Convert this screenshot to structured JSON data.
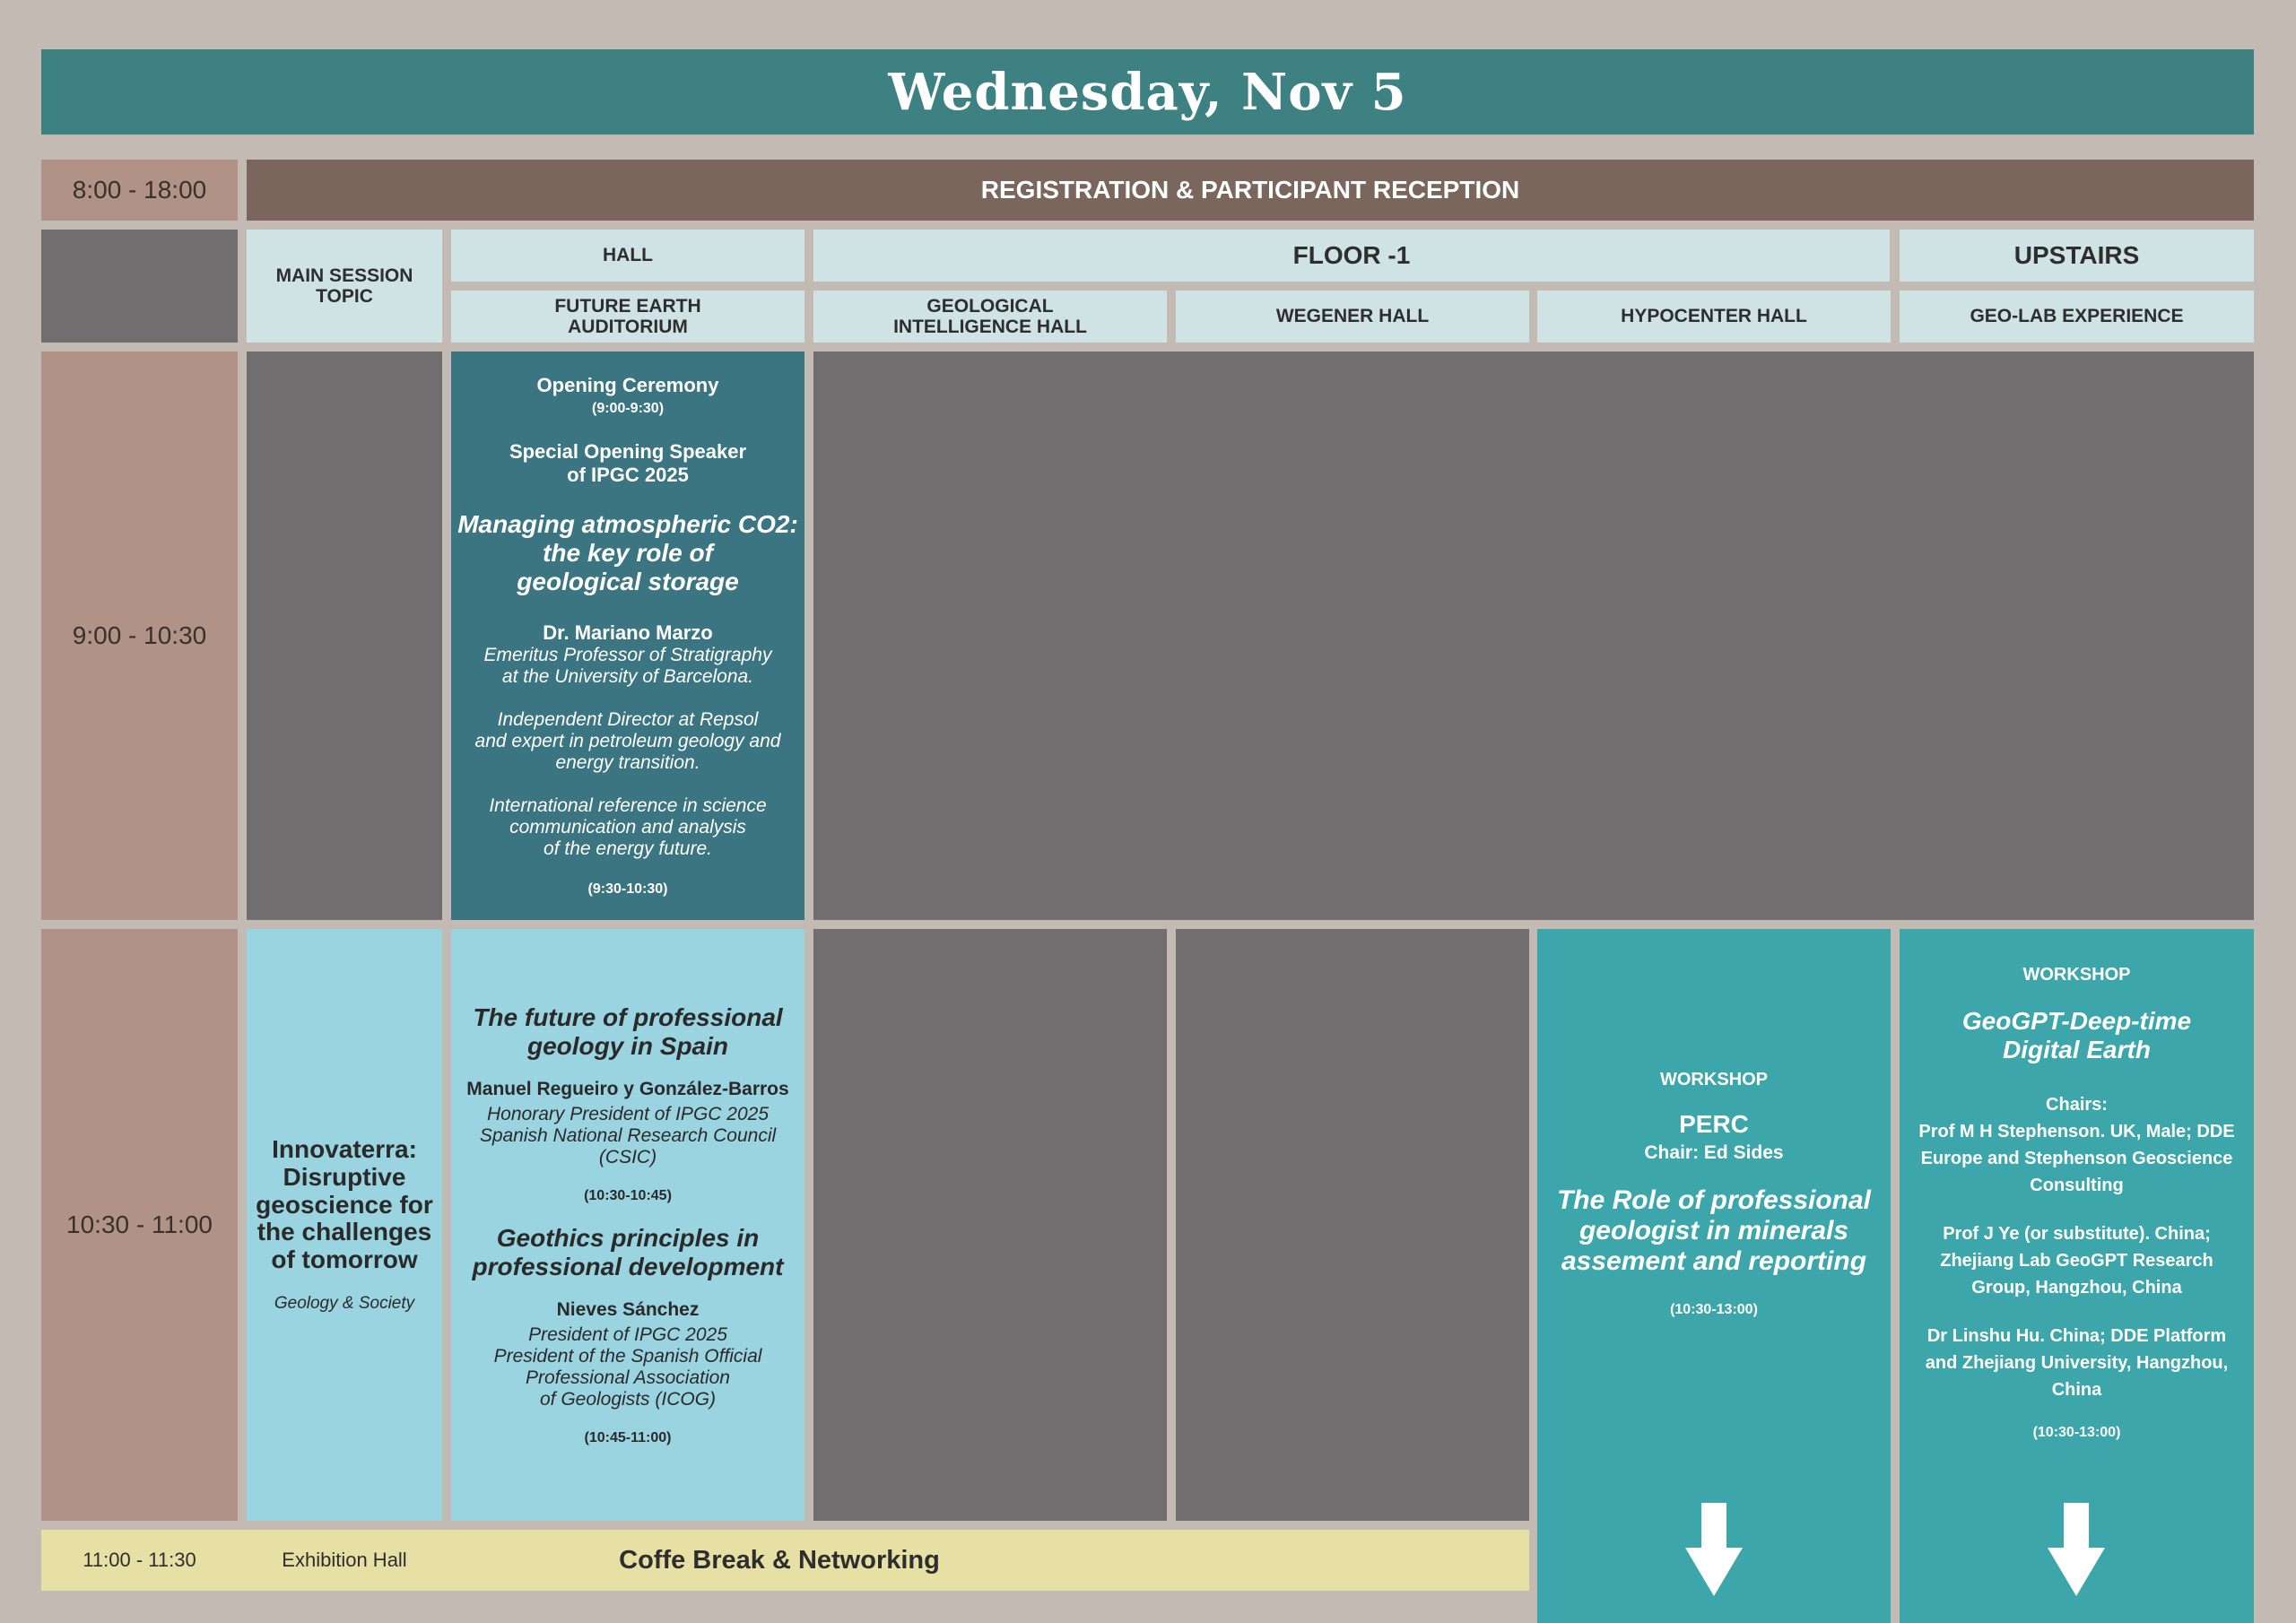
{
  "title": "Wednesday, Nov 5",
  "registration": {
    "time": "8:00 - 18:00",
    "label": "REGISTRATION & PARTICIPANT RECEPTION"
  },
  "headers": {
    "main_session": "MAIN SESSION TOPIC",
    "hall": "HALL",
    "floor": "FLOOR -1",
    "upstairs": "UPSTAIRS",
    "rooms": [
      "FUTURE EARTH AUDITORIUM",
      "GEOLOGICAL INTELLIGENCE HALL",
      "WEGENER HALL",
      "HYPOCENTER HALL",
      "GEO-LAB EXPERIENCE"
    ]
  },
  "slot1": {
    "time": "9:00 - 10:30",
    "opening": "Opening Ceremony",
    "opening_time": "(9:00-9:30)",
    "speaker_intro_1": "Special Opening Speaker",
    "speaker_intro_2": "of IPGC 2025",
    "talk_title_1": "Managing atmospheric CO2:",
    "talk_title_2": "the key role of",
    "talk_title_3": "geological storage",
    "speaker": "Dr. Mariano Marzo",
    "bio_1": "Emeritus Professor of Stratigraphy",
    "bio_2": "at the University of Barcelona.",
    "bio_3": "Independent Director at Repsol",
    "bio_4": "and expert in petroleum geology and",
    "bio_5": "energy transition.",
    "bio_6": "International reference in science",
    "bio_7": "communication and analysis",
    "bio_8": "of the energy future.",
    "talk_time": "(9:30-10:30)"
  },
  "slot2": {
    "time": "10:30 - 11:00",
    "topic_1": "Innovaterra:",
    "topic_2": "Disruptive",
    "topic_3": "geoscience for",
    "topic_4": "the challenges",
    "topic_5": "of tomorrow",
    "topic_sub": "Geology & Society",
    "talk1_title_1": "The future of professional",
    "talk1_title_2": "geology in Spain",
    "talk1_speaker": "Manuel Regueiro y González-Barros",
    "talk1_bio_1": "Honorary President of IPGC 2025",
    "talk1_bio_2": "Spanish National Research Council",
    "talk1_bio_3": "(CSIC)",
    "talk1_time": "(10:30-10:45)",
    "talk2_title_1": "Geothics principles in",
    "talk2_title_2": "professional development",
    "talk2_speaker": "Nieves Sánchez",
    "talk2_bio_1": "President of IPGC 2025",
    "talk2_bio_2": "President of the Spanish Official",
    "talk2_bio_3": "Professional Association",
    "talk2_bio_4": "of Geologists (ICOG)",
    "talk2_time": "(10:45-11:00)",
    "perc_label": "WORKSHOP",
    "perc_name": "PERC",
    "perc_chair": "Chair: Ed Sides",
    "perc_title_1": "The Role of professional",
    "perc_title_2": "geologist in minerals",
    "perc_title_3": "assement and reporting",
    "perc_time": "(10:30-13:00)",
    "geogpt_label": "WORKSHOP",
    "geogpt_title_1": "GeoGPT-Deep-time",
    "geogpt_title_2": "Digital Earth",
    "geogpt_chairs": "Chairs:",
    "geogpt_c1_1": "Prof M H Stephenson. UK, Male; DDE",
    "geogpt_c1_2": "Europe and Stephenson Geoscience",
    "geogpt_c1_3": "Consulting",
    "geogpt_c2_1": "Prof J Ye (or substitute). China;",
    "geogpt_c2_2": "Zhejiang Lab GeoGPT Research",
    "geogpt_c2_3": "Group, Hangzhou, China",
    "geogpt_c3_1": "Dr Linshu Hu. China; DDE Platform",
    "geogpt_c3_2": "and Zhejiang University, Hangzhou,",
    "geogpt_c3_3": "China",
    "geogpt_time": "(10:30-13:00)"
  },
  "break": {
    "time": "11:00 - 11:30",
    "place": "Exhibition Hall",
    "label": "Coffe Break & Networking"
  }
}
